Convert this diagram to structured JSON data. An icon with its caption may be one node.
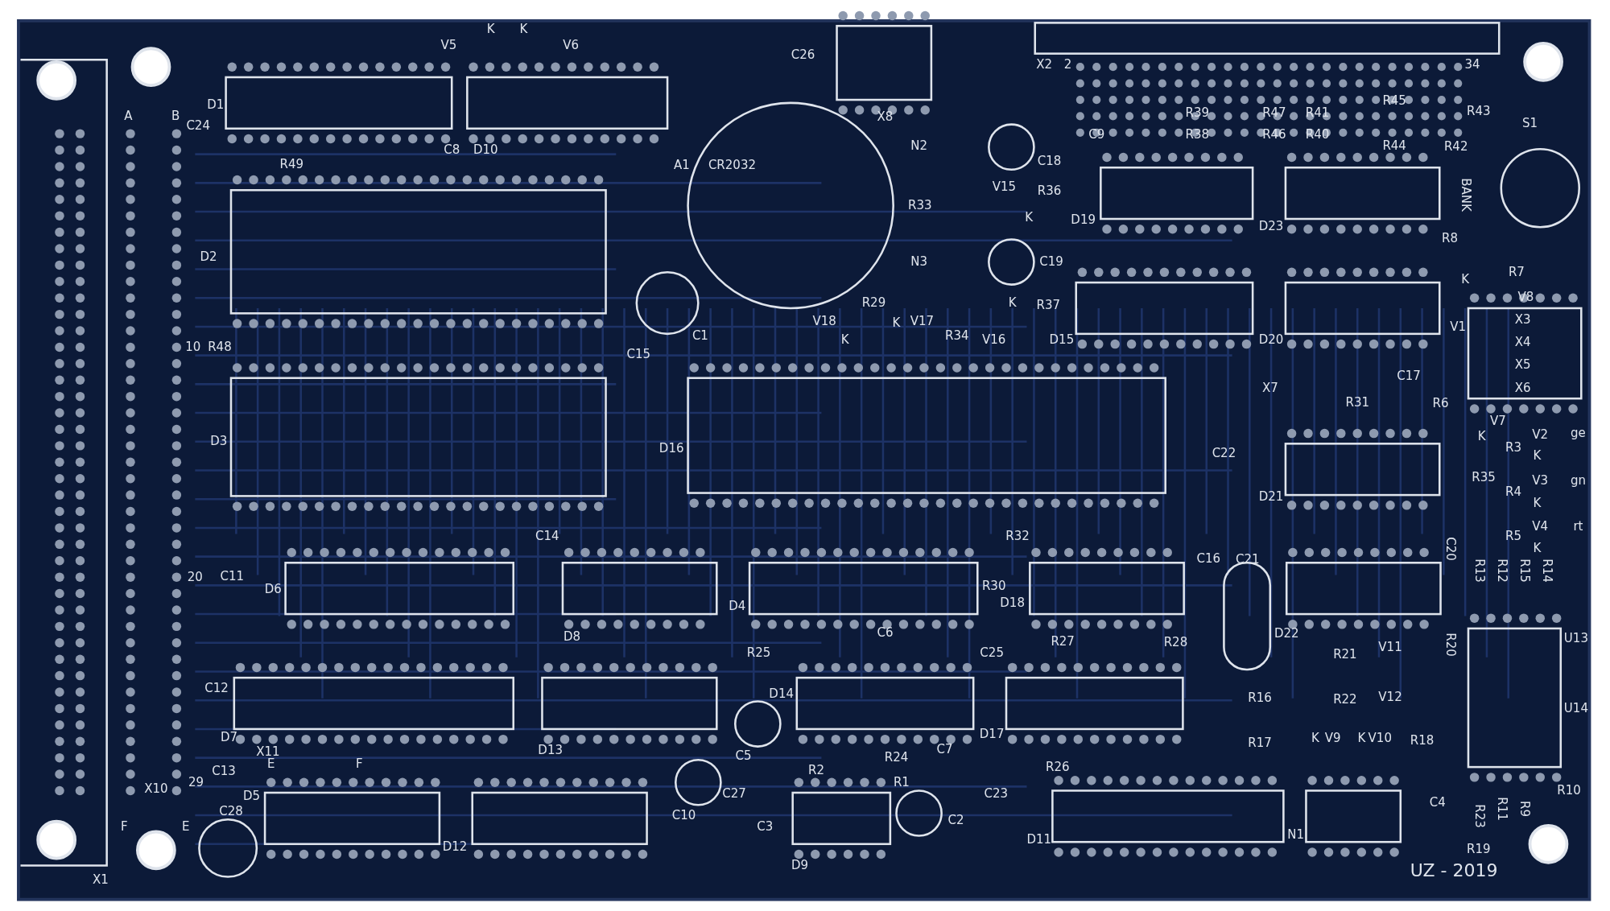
{
  "diagram": {
    "labels": [
      "K",
      "K",
      "V5",
      "V6",
      "C26",
      "X2",
      "2",
      "34",
      "D1",
      "A",
      "B",
      "X8",
      "R39",
      "R47",
      "R41",
      "R45",
      "R43",
      "C24",
      "S1",
      "C9",
      "R38",
      "R46",
      "R40",
      "C8",
      "D10",
      "N2",
      "R44",
      "R42",
      "R49",
      "A1",
      "CR2032",
      "C18",
      "V15",
      "R36",
      "BANK",
      "R33",
      "K",
      "D19",
      "D23",
      "R8",
      "D2",
      "N3",
      "C19",
      "K",
      "R7",
      "R29",
      "K",
      "R37",
      "V8",
      "V18",
      "K",
      "V17",
      "V1",
      "X3",
      "C1",
      "K",
      "R34",
      "V16",
      "D15",
      "D20",
      "X4",
      "10",
      "R48",
      "C15",
      "X5",
      "X7",
      "C17",
      "X6",
      "R31",
      "R6",
      "V7",
      "D3",
      "D16",
      "C22",
      "K",
      "R3",
      "K",
      "V2",
      "ge",
      "R35",
      "V3",
      "gn",
      "D21",
      "R4",
      "K",
      "V4",
      "rt",
      "C14",
      "R32",
      "C20",
      "R5",
      "K",
      "C16",
      "C21",
      "R13",
      "R12",
      "R15",
      "R14",
      "20",
      "C11",
      "D6",
      "R30",
      "D4",
      "D18",
      "D8",
      "R25",
      "C6",
      "C25",
      "R27",
      "R28",
      "D22",
      "R21",
      "V11",
      "R20",
      "U13",
      "C12",
      "D14",
      "R16",
      "R22",
      "V12",
      "U14",
      "D7",
      "X11",
      "D13",
      "C5",
      "R24",
      "C7",
      "D17",
      "R17",
      "K",
      "V9",
      "K",
      "V10",
      "R18",
      "C13",
      "E",
      "F",
      "R2",
      "R26",
      "X10",
      "29",
      "D5",
      "C27",
      "R1",
      "C23",
      "R10",
      "F",
      "E",
      "C28",
      "C10",
      "C3",
      "C2",
      "C4",
      "R23",
      "R11",
      "R9",
      "D12",
      "D11",
      "N1",
      "R19",
      "X1",
      "D9",
      "UZ - 2019"
    ]
  }
}
